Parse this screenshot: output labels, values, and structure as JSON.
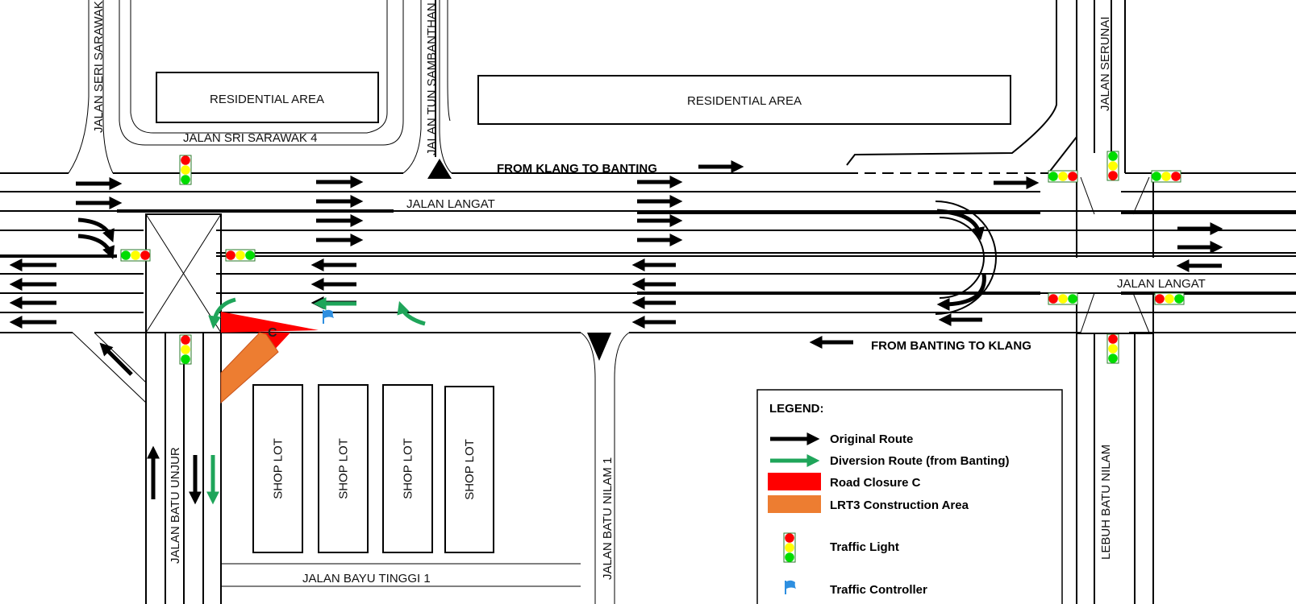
{
  "areas": {
    "residential_left": "RESIDENTIAL AREA",
    "residential_right": "RESIDENTIAL AREA",
    "shop_lots": [
      "SHOP LOT",
      "SHOP LOT",
      "SHOP LOT",
      "SHOP LOT"
    ]
  },
  "streets": {
    "seri_sarawak": "JALAN SERI SARAWAK",
    "sri_sarawak_4": "JALAN SRI SARAWAK 4",
    "tun_sambanthan": "JALAN TUN SAMBANTHAN",
    "serunai": "JALAN SERUNAI",
    "langat_1": "JALAN LANGAT",
    "langat_2": "JALAN LANGAT",
    "batu_unjur": "JALAN BATU UNJUR",
    "batu_nilam_1": "JALAN BATU NILAM 1",
    "lebuh_batu_nilam": "LEBUH BATU NILAM",
    "bayu_tinggi_1": "JALAN BAYU TINGGI 1"
  },
  "directions": {
    "klang_to_banting": "FROM KLANG TO BANTING",
    "banting_to_klang": "FROM BANTING TO KLANG"
  },
  "closure_label": "C",
  "legend": {
    "title": "LEGEND:",
    "items": [
      {
        "label": "Original Route",
        "icon": "black-arrow-icon",
        "color": "#000000"
      },
      {
        "label": "Diversion Route (from Banting)",
        "icon": "green-arrow-icon",
        "color": "#1fa55a"
      },
      {
        "label": "Road Closure C",
        "icon": "red-swatch-icon",
        "color": "#ff0000"
      },
      {
        "label": "LRT3 Construction Area",
        "icon": "orange-swatch-icon",
        "color": "#ed7d31"
      },
      {
        "label": "Traffic Light",
        "icon": "traffic-light-icon",
        "color": "#00cc00"
      },
      {
        "label": "Traffic Controller",
        "icon": "flag-icon",
        "color": "#2e8fe0"
      }
    ]
  },
  "colors": {
    "closure": "#ff0000",
    "construction": "#ed7d31",
    "diversion": "#1fa55a",
    "flag": "#2e8fe0"
  }
}
